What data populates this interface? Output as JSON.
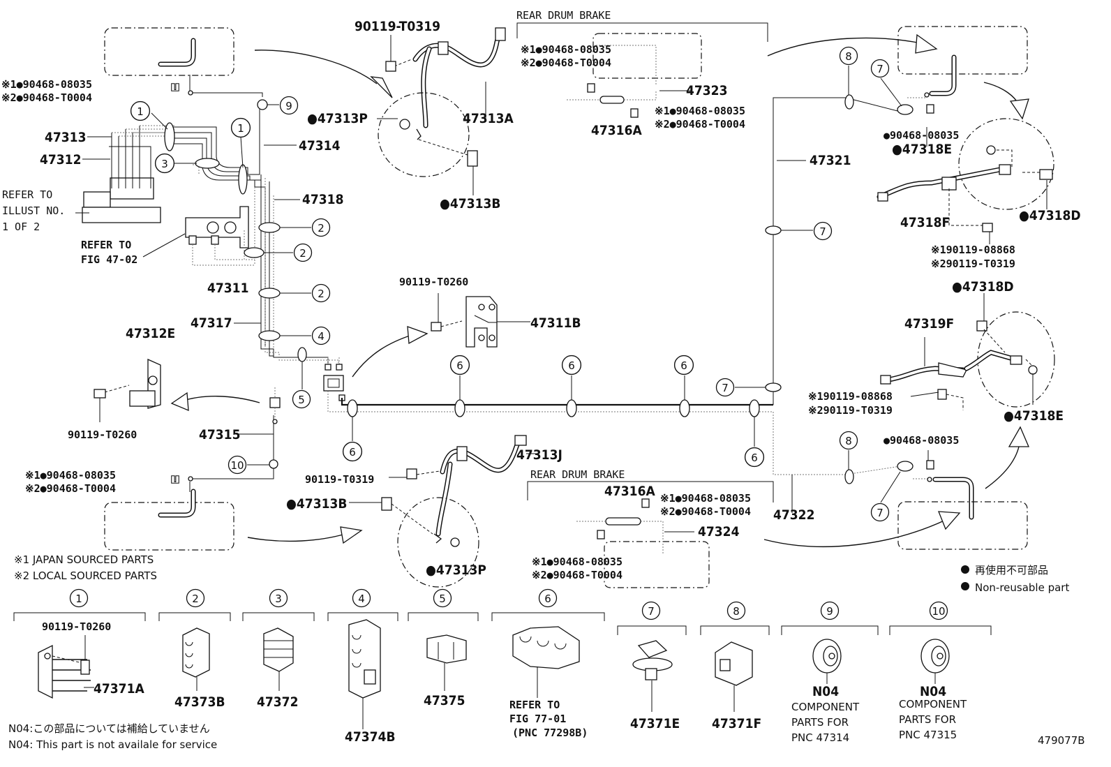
{
  "diagram_id": "479077B",
  "legend": {
    "japan_sourced": "※1 JAPAN SOURCED PARTS",
    "local_sourced": "※2 LOCAL SOURCED PARTS",
    "non_reusable_jp": "再使用不可部品",
    "non_reusable_en": "Non-reusable part"
  },
  "footnotes": {
    "n04_jp": "N04:この部品については補給していません",
    "n04_en": "N04: This part is not availale for service"
  },
  "section_titles": {
    "rear_drum_brake_top": "REAR DRUM BRAKE",
    "rear_drum_brake_bottom": "REAR DRUM BRAKE"
  },
  "references": {
    "illust_1": "REFER TO",
    "illust_2": "ILLUST NO.",
    "illust_3": "1 OF 2",
    "fig_1": "REFER TO",
    "fig_2": "FIG 47-02",
    "fig77_1": "REFER TO",
    "fig77_2": "FIG 77-01",
    "fig77_3": "(PNC 77298B)"
  },
  "parts": {
    "p90119_T0319_a": "90119-T0319",
    "p47313A": "47313A",
    "p47313P_a": "●47313P",
    "p47313B_a": "●47313B",
    "p47313J": "47313J",
    "p90119_T0319_b": "90119-T0319",
    "p47313B_b": "●47313B",
    "p47313P_b": "●47313P",
    "p47313": "47313",
    "p47312": "47312",
    "p47314": "47314",
    "p47318": "47318",
    "p47311": "47311",
    "p47317": "47317",
    "p47312E": "47312E",
    "p90119_T0260_a": "90119-T0260",
    "p47315": "47315",
    "p90119_T0260_b": "90119-T0260",
    "p47311B": "47311B",
    "p47323": "47323",
    "p47316A_a": "47316A",
    "p47321": "47321",
    "p47316A_b": "47316A",
    "p47324": "47324",
    "p47322": "47322",
    "p90468_08035_r1": "●90468-08035",
    "p47318E_a": "●47318E",
    "p47318F": "47318F",
    "p47318D_a": "●47318D",
    "p90119_08868_a": "※190119-08868",
    "p90119_T0319_r1": "※290119-T0319",
    "p47318D_b": "●47318D",
    "p47319F": "47319F",
    "p90119_08868_b": "※190119-08868",
    "p90119_T0319_r2": "※290119-T0319",
    "p47318E_b": "●47318E",
    "p90468_08035_r2": "●90468-08035"
  },
  "dual_parts": {
    "tl_1": "※1●90468-08035",
    "tl_2": "※2●90468-T0004",
    "bl_1": "※1●90468-08035",
    "bl_2": "※2●90468-T0004",
    "tc_1": "※1●90468-08035",
    "tc_2": "※2●90468-T0004",
    "tc2_1": "※1●90468-08035",
    "tc2_2": "※2●90468-T0004",
    "bc_1": "※1●90468-08035",
    "bc_2": "※2●90468-T0004",
    "bc2_1": "※1●90468-08035",
    "bc2_2": "※2●90468-T0004"
  },
  "callouts": [
    "1",
    "2",
    "3",
    "4",
    "5",
    "6",
    "7",
    "8",
    "9",
    "10"
  ],
  "bottom_items": [
    {
      "num": "1",
      "top": "90119-T0260",
      "part": "47371A"
    },
    {
      "num": "2",
      "part": "47373B"
    },
    {
      "num": "3",
      "part": "47372"
    },
    {
      "num": "4",
      "part": "47374B"
    },
    {
      "num": "5",
      "part": "47375"
    },
    {
      "num": "6",
      "part": "REFER TO",
      "part2": "FIG 77-01",
      "part3": "(PNC 77298B)"
    },
    {
      "num": "7",
      "part": "47371E"
    },
    {
      "num": "8",
      "part": "47371F"
    },
    {
      "num": "9",
      "part": "N04",
      "part2": "COMPONENT",
      "part3": "PARTS FOR",
      "part4": "PNC 47314"
    },
    {
      "num": "10",
      "part": "N04",
      "part2": "COMPONENT",
      "part3": "PARTS FOR",
      "part4": "PNC 47315"
    }
  ]
}
